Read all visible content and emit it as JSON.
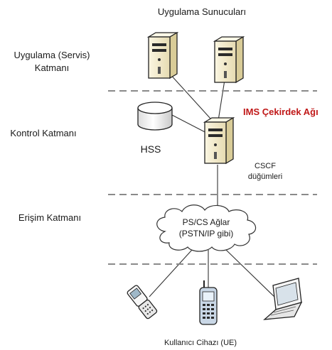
{
  "header": {
    "servers_label": "Uygulama Sunucuları"
  },
  "layers": {
    "application_line1": "Uygulama (Servis)",
    "application_line2": "Katmanı",
    "control": "Kontrol Katmanı",
    "access": "Erişim Katmanı"
  },
  "core": {
    "label": "IMS Çekirdek Ağı"
  },
  "nodes": {
    "hss": "HSS",
    "cscf_line1": "CSCF",
    "cscf_line2": "düğümleri",
    "cloud_line1": "PS/CS Ağlar",
    "cloud_line2": "(PSTN/IP gibi)"
  },
  "footer": {
    "ue_label": "Kullanıcı Cihazı (UE)"
  },
  "colors": {
    "core_label": "#c01818",
    "divider": "#8a8a8a",
    "server_body": "#f4eccf",
    "server_shade": "#e2d6a8",
    "server_dark": "#2a2a2a"
  },
  "icons": {
    "server": "tower-server-icon",
    "database": "database-cylinder-icon",
    "cloud": "network-cloud-icon",
    "flip_phone": "flip-phone-icon",
    "mobile_phone": "mobile-phone-icon",
    "laptop": "laptop-icon"
  }
}
